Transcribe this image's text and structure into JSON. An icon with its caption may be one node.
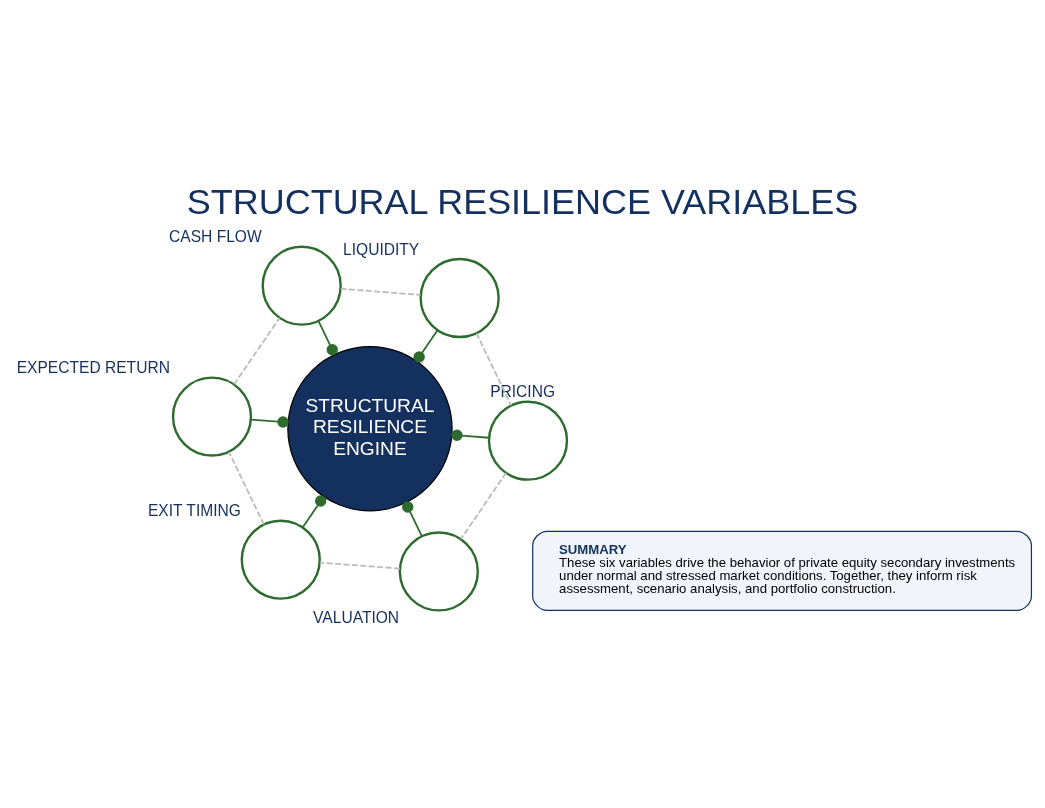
{
  "diagram": {
    "title": "STRUCTURAL RESILIENCE VARIABLES",
    "nodes": [
      {
        "text": [],
        "shape": "circle",
        "beside": [
          "PRICING"
        ]
      },
      {
        "text": [],
        "shape": "circle",
        "beside": [
          "LIQUIDITY"
        ]
      },
      {
        "text": [],
        "shape": "circle",
        "beside": [
          "VALUATION"
        ]
      },
      {
        "text": [
          "STRUCTURAL RESILIENCE ENGINE"
        ]
      },
      {
        "text": [],
        "shape": "circle",
        "beside": [
          "CASH FLOW"
        ]
      },
      {
        "text": [],
        "shape": "circle",
        "beside": [
          "EXIT TIMING"
        ]
      },
      {
        "text": [],
        "shape": "circle",
        "beside": [
          "EXPECTED RETURN"
        ]
      },
      {
        "text": [
          "SUMMARY",
          "These six variables drive the behavior of private equity secondary investments under normal and stressed market conditions. Together, they inform risk assessment, scenario analysis, and portfolio construction."
        ]
      }
    ],
    "edges": [
      {
        "from": 0,
        "to": 3,
        "arrow": "other"
      },
      {
        "from": 1,
        "to": 3,
        "arrow": "other"
      },
      {
        "from": 2,
        "to": 3,
        "arrow": "other"
      },
      {
        "from": 4,
        "to": 3,
        "arrow": "other"
      },
      {
        "from": 5,
        "to": 3,
        "arrow": "other"
      },
      {
        "from": 6,
        "to": 3,
        "arrow": "other"
      },
      {
        "from": 0,
        "to": 2,
        "arrow": "none",
        "style": "dashed",
        "color": "#bbbbbb"
      },
      {
        "from": 2,
        "to": 5,
        "arrow": "none",
        "style": "dashed",
        "color": "#bbbbbb"
      },
      {
        "from": 5,
        "to": 6,
        "arrow": "none",
        "style": "dashed",
        "color": "#bbbbbb"
      },
      {
        "from": 6,
        "to": 4,
        "arrow": "none",
        "style": "dashed",
        "color": "#bbbbbb"
      },
      {
        "from": 4,
        "to": 1,
        "arrow": "none",
        "style": "dashed",
        "color": "#bbbbbb"
      },
      {
        "from": 1,
        "to": 0,
        "arrow": "none",
        "style": "dashed",
        "color": "#bbbbbb"
      }
    ]
  }
}
